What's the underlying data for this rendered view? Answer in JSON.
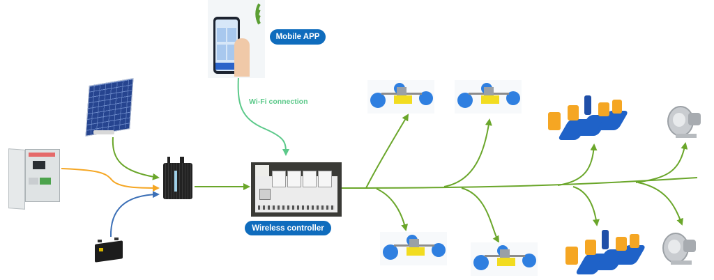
{
  "labels": {
    "mobile_app": "Mobile APP",
    "wifi_connection": "Wi-Fi connection",
    "wireless_controller": "Wireless controller"
  },
  "colors": {
    "pill_bg": "#0f6cbd",
    "wifi_line": "#5cc98a",
    "power_line": "#6aa62a",
    "grid_line": "#f5a623",
    "battery_line": "#3b6fb6",
    "wifi_signal": "#5a9e33"
  },
  "nodes": {
    "phone": "mobile-phone",
    "solar": "solar-panel",
    "cabinet": "electrical-cabinet",
    "battery": "battery",
    "inverter": "inverter",
    "controller": "wireless-controller",
    "outputs_top": [
      "impeller-aerator",
      "impeller-aerator",
      "paddlewheel-aerator",
      "vortex-blower"
    ],
    "outputs_bottom": [
      "impeller-aerator",
      "impeller-aerator",
      "paddlewheel-aerator",
      "vortex-blower"
    ]
  }
}
